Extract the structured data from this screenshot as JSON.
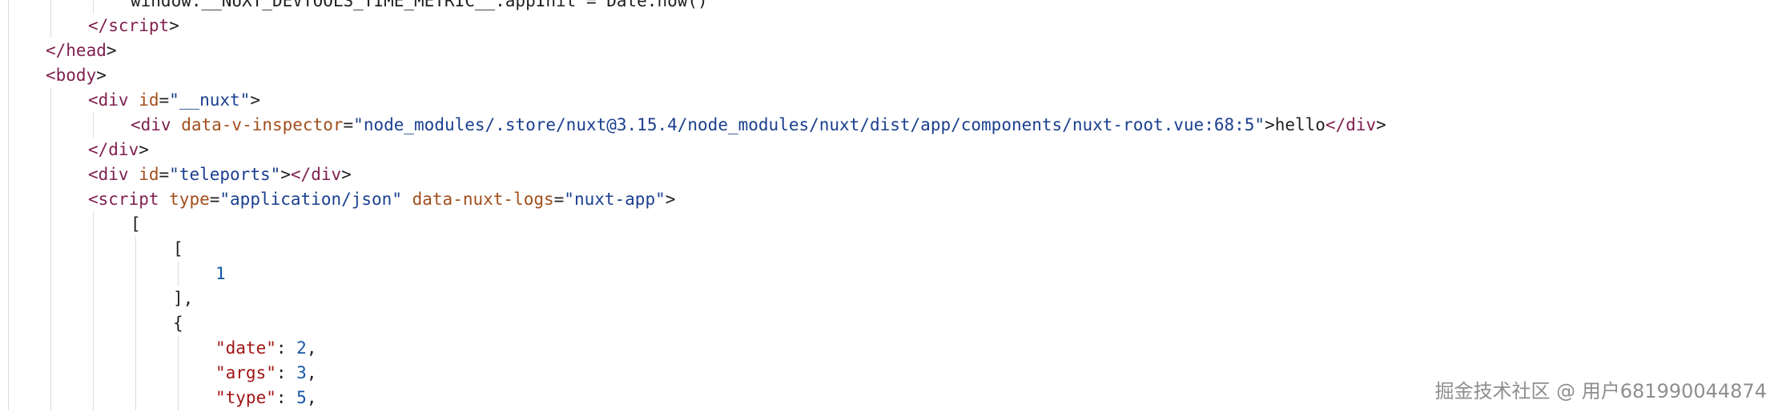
{
  "editor": {
    "lines": [
      {
        "indent": 3,
        "tokens": [
          {
            "t": "plain",
            "v": "window.__NUXT_DEVTOOLS_TIME_METRIC__.appInit = Date.now()"
          }
        ]
      },
      {
        "indent": 2,
        "tokens": [
          {
            "t": "tag",
            "v": "</script"
          },
          {
            "t": "plain",
            "v": ">"
          }
        ]
      },
      {
        "indent": 1,
        "tokens": [
          {
            "t": "tag",
            "v": "</head"
          },
          {
            "t": "plain",
            "v": ">"
          }
        ]
      },
      {
        "indent": 1,
        "tokens": [
          {
            "t": "tag",
            "v": "<body"
          },
          {
            "t": "plain",
            "v": ">"
          }
        ]
      },
      {
        "indent": 2,
        "tokens": [
          {
            "t": "tag",
            "v": "<div "
          },
          {
            "t": "attr",
            "v": "id"
          },
          {
            "t": "plain",
            "v": "="
          },
          {
            "t": "str",
            "v": "\"__nuxt\""
          },
          {
            "t": "plain",
            "v": ">"
          }
        ]
      },
      {
        "indent": 3,
        "tokens": [
          {
            "t": "tag",
            "v": "<div "
          },
          {
            "t": "attr",
            "v": "data-v-inspector"
          },
          {
            "t": "plain",
            "v": "="
          },
          {
            "t": "str",
            "v": "\"node_modules/.store/nuxt@3.15.4/node_modules/nuxt/dist/app/components/nuxt-root.vue:68:5\""
          },
          {
            "t": "plain",
            "v": ">hello"
          },
          {
            "t": "tag",
            "v": "</div"
          },
          {
            "t": "plain",
            "v": ">"
          }
        ]
      },
      {
        "indent": 2,
        "tokens": [
          {
            "t": "tag",
            "v": "</div"
          },
          {
            "t": "plain",
            "v": ">"
          }
        ]
      },
      {
        "indent": 2,
        "tokens": [
          {
            "t": "tag",
            "v": "<div "
          },
          {
            "t": "attr",
            "v": "id"
          },
          {
            "t": "plain",
            "v": "="
          },
          {
            "t": "str",
            "v": "\"teleports\""
          },
          {
            "t": "plain",
            "v": ">"
          },
          {
            "t": "tag",
            "v": "</div"
          },
          {
            "t": "plain",
            "v": ">"
          }
        ]
      },
      {
        "indent": 2,
        "tokens": [
          {
            "t": "tag",
            "v": "<script "
          },
          {
            "t": "attr",
            "v": "type"
          },
          {
            "t": "plain",
            "v": "="
          },
          {
            "t": "str",
            "v": "\"application/json\""
          },
          {
            "t": "plain",
            "v": " "
          },
          {
            "t": "attr",
            "v": "data-nuxt-logs"
          },
          {
            "t": "plain",
            "v": "="
          },
          {
            "t": "str",
            "v": "\"nuxt-app\""
          },
          {
            "t": "plain",
            "v": ">"
          }
        ]
      },
      {
        "indent": 3,
        "tokens": [
          {
            "t": "plain",
            "v": "["
          }
        ]
      },
      {
        "indent": 4,
        "tokens": [
          {
            "t": "plain",
            "v": "["
          }
        ]
      },
      {
        "indent": 5,
        "tokens": [
          {
            "t": "num",
            "v": "1"
          }
        ]
      },
      {
        "indent": 4,
        "tokens": [
          {
            "t": "plain",
            "v": "],"
          }
        ]
      },
      {
        "indent": 4,
        "tokens": [
          {
            "t": "plain",
            "v": "{"
          }
        ]
      },
      {
        "indent": 5,
        "tokens": [
          {
            "t": "key",
            "v": "\"date\""
          },
          {
            "t": "plain",
            "v": ": "
          },
          {
            "t": "num",
            "v": "2"
          },
          {
            "t": "plain",
            "v": ","
          }
        ]
      },
      {
        "indent": 5,
        "tokens": [
          {
            "t": "key",
            "v": "\"args\""
          },
          {
            "t": "plain",
            "v": ": "
          },
          {
            "t": "num",
            "v": "3"
          },
          {
            "t": "plain",
            "v": ","
          }
        ]
      },
      {
        "indent": 5,
        "tokens": [
          {
            "t": "key",
            "v": "\"type\""
          },
          {
            "t": "plain",
            "v": ": "
          },
          {
            "t": "num",
            "v": "5"
          },
          {
            "t": "plain",
            "v": ","
          }
        ]
      }
    ]
  },
  "watermark": {
    "text": "掘金技术社区 @ 用户681990044874"
  }
}
